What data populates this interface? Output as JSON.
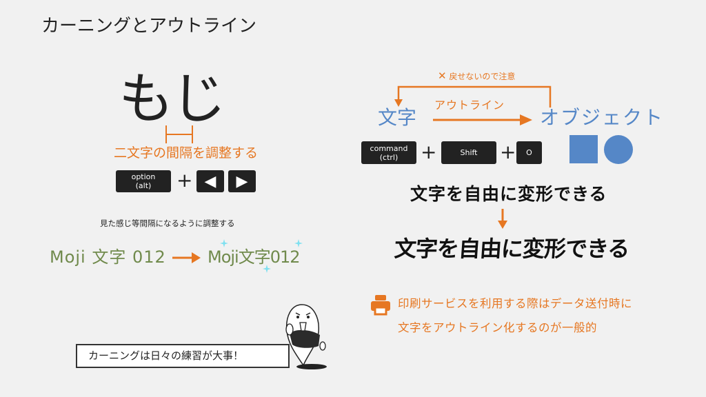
{
  "title": "カーニングとアウトライン",
  "left": {
    "big_text": "もじ",
    "spacing_label": "二文字の間隔を調整する",
    "option_key": {
      "line1": "option",
      "line2": "(alt)"
    },
    "plus": "+",
    "left_key": "◀",
    "right_key": "▶",
    "hint": "見た感じ等間隔になるように調整する",
    "before": "Moji 文字 012",
    "after": "Moji文字012",
    "arrow": "→"
  },
  "right": {
    "warning": "戻せないので注意",
    "warning_mark": "✕",
    "text_label": "文字",
    "outline_label": "アウトライン",
    "object_label": "オブジェクト",
    "command_key": {
      "line1": "command",
      "line2": "(ctrl)"
    },
    "shift_key": "Shift",
    "o_key": "O",
    "plus": "+",
    "transform_before": "文字を自由に変形できる",
    "transform_after": "文字を自由に変形できる",
    "note_line1": "印刷サービスを利用する際はデータ送付時に",
    "note_line2": "文字をアウトライン化するのが一般的"
  },
  "banner": "カーニングは日々の練習が大事！",
  "colors": {
    "orange": "#e67722",
    "blue": "#5587c7",
    "olive": "#708a4c"
  }
}
